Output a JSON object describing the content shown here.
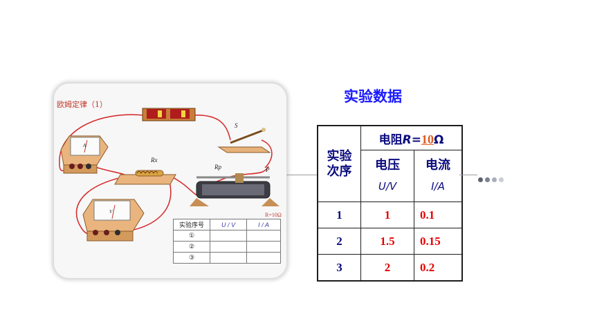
{
  "circuit": {
    "title": "欧姆定律（1）",
    "labels": {
      "s": "S",
      "rx": "Rx",
      "rp": "Rp",
      "p": "P",
      "ammeter": "A",
      "voltmeter": "V"
    },
    "mini_table": {
      "r_note": "R=10Ω",
      "headers": [
        "实验序号",
        "U / V",
        "I / A"
      ],
      "rows": [
        "①",
        "②",
        "③"
      ]
    }
  },
  "heading": "实验数据",
  "table": {
    "seq_header_line1": "实验",
    "seq_header_line2": "次序",
    "resistance_prefix": "电阻",
    "resistance_symbol": "R",
    "resistance_eq": "=",
    "resistance_value": "10",
    "resistance_unit": "Ω",
    "voltage_label": "电压",
    "voltage_unit": "U/V",
    "current_label": "电流",
    "current_unit": "I/A",
    "rows": [
      {
        "n": "1",
        "u": "1",
        "i": "0.1"
      },
      {
        "n": "2",
        "u": "1.5",
        "i": "0.15"
      },
      {
        "n": "3",
        "u": "2",
        "i": "0.2"
      }
    ]
  },
  "dot_colors": [
    "#5b6170",
    "#7a8190",
    "#a8aebc",
    "#c9cdd6"
  ]
}
